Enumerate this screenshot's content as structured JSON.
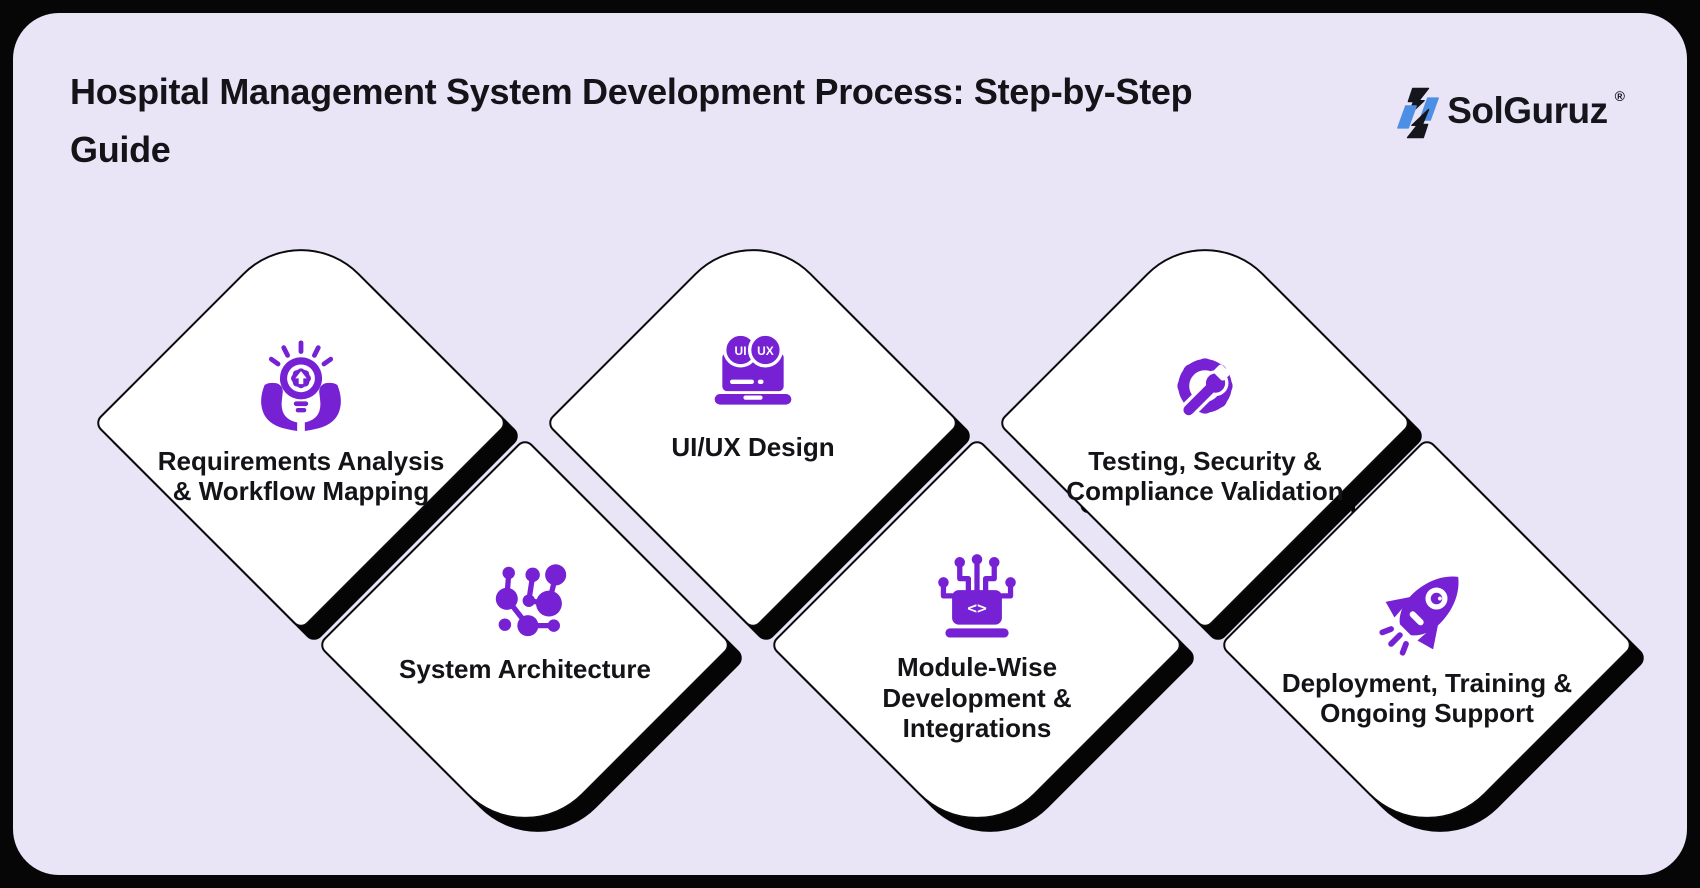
{
  "header": {
    "title": "Hospital Management System Development Process: Step-by-Step Guide"
  },
  "logo": {
    "name": "SolGuruz",
    "registered_mark": "®"
  },
  "steps": [
    {
      "label": "Requirements Analysis & Workflow Mapping",
      "icon": "idea-hands-icon",
      "position": "top-left"
    },
    {
      "label": "UI/UX Design",
      "icon": "uiux-laptop-icon",
      "position": "top-center"
    },
    {
      "label": "Testing, Security & Compliance Validation",
      "icon": "gear-wrench-icon",
      "position": "top-right"
    },
    {
      "label": "System Architecture",
      "icon": "network-nodes-icon",
      "position": "bottom-left"
    },
    {
      "label": "Module-Wise Development & Integrations",
      "icon": "circuit-code-icon",
      "position": "bottom-center"
    },
    {
      "label": "Deployment, Training & Ongoing Support",
      "icon": "rocket-icon",
      "position": "bottom-right"
    }
  ],
  "icon_text": {
    "ui_badge": "UI",
    "ux_badge": "UX",
    "code_glyph": "<>"
  },
  "colors": {
    "accent_purple": "#7621D3",
    "panel_background": "#E9E5F7",
    "card_background": "#FFFFFF",
    "outline_black": "#0B0B0E",
    "shadow_black": "#050505",
    "logo_blue": "#4D8FE4",
    "text_black": "#141418"
  }
}
